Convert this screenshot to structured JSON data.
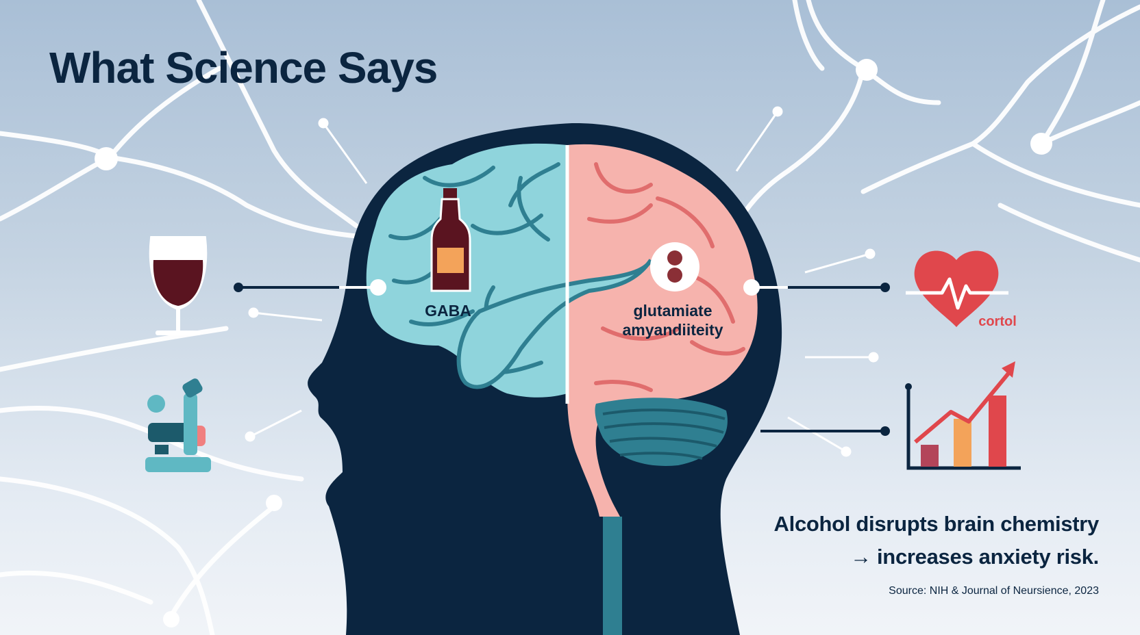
{
  "title": "What Science Says",
  "labels": {
    "left_hemisphere": "GABA",
    "right_hemisphere_line1": "glutamiate",
    "right_hemisphere_line2": "amyandiiteity",
    "heart": "cortol"
  },
  "tagline": {
    "line1": "Alcohol disrupts brain chemistry",
    "line2": "→ increases anxiety risk."
  },
  "source": "Source: NIH & Journal of Neursience, 2023",
  "colors": {
    "navy": "#0b2540",
    "teal": "#8fd4dc",
    "teal_line": "#2f7f91",
    "pink": "#f6b3ad",
    "pink_line": "#e06d6d",
    "red": "#e0474c",
    "wine": "#5a1420",
    "orange": "#f3a35a"
  },
  "icons": [
    "wine-glass-icon",
    "microscope-icon",
    "bottle-icon",
    "heart-pulse-icon",
    "growth-chart-icon"
  ]
}
